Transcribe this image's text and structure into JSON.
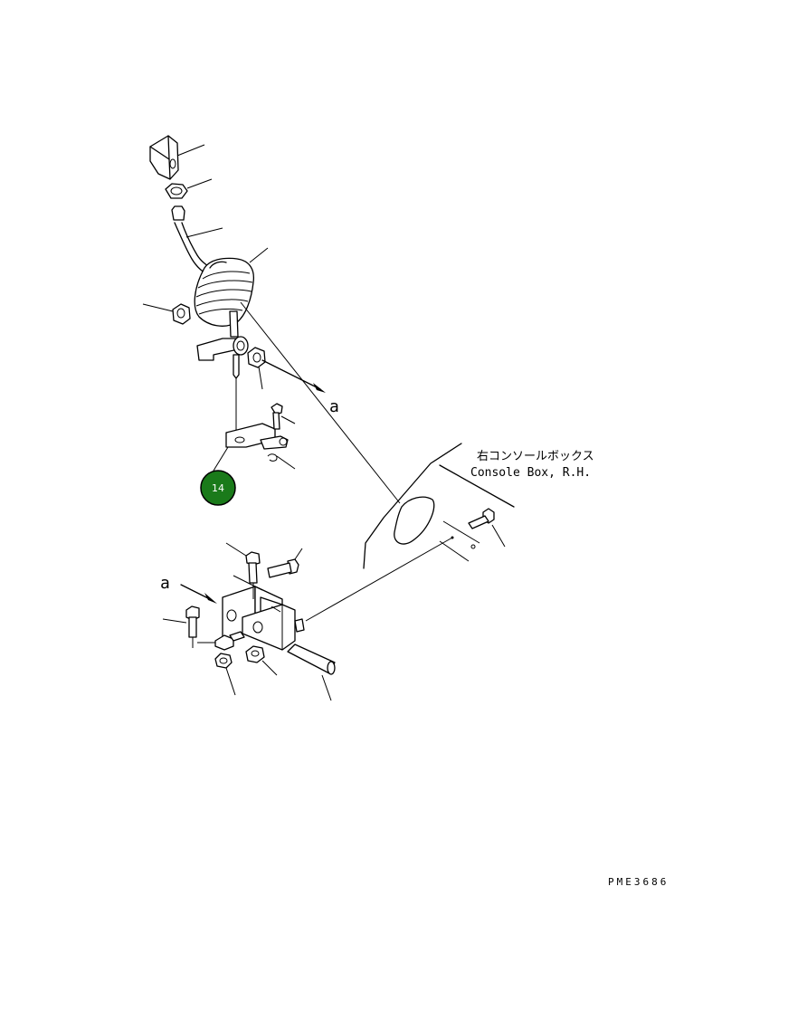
{
  "labels": {
    "view_marker_top": "a",
    "view_marker_bottom": "a",
    "console_box_jp": "右コンソールボックス",
    "console_box_en": "Console Box, R.H.",
    "drawing_code": "PME3686"
  },
  "callout": {
    "number": "14",
    "color": "#1a7a1a"
  }
}
